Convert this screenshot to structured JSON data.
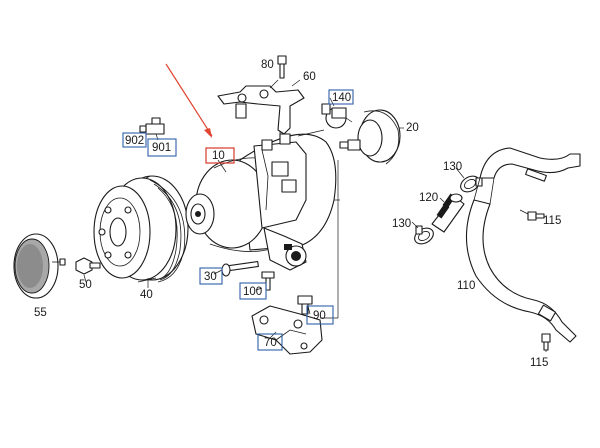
{
  "colors": {
    "box_blue": "#2f5fa8",
    "box_red": "#d43a2c",
    "arrow_red": "#e0452f",
    "ink": "#1a1a1a"
  },
  "labels": {
    "p10": "10",
    "p20": "20",
    "p30": "30",
    "p40": "40",
    "p50": "50",
    "p55": "55",
    "p60": "60",
    "p70": "70",
    "p80": "80",
    "p90": "90",
    "p100": "100",
    "p110": "110",
    "p115a": "115",
    "p115b": "115",
    "p120": "120",
    "p130a": "130",
    "p130b": "130",
    "p140": "140",
    "p901": "901",
    "p902": "902"
  }
}
